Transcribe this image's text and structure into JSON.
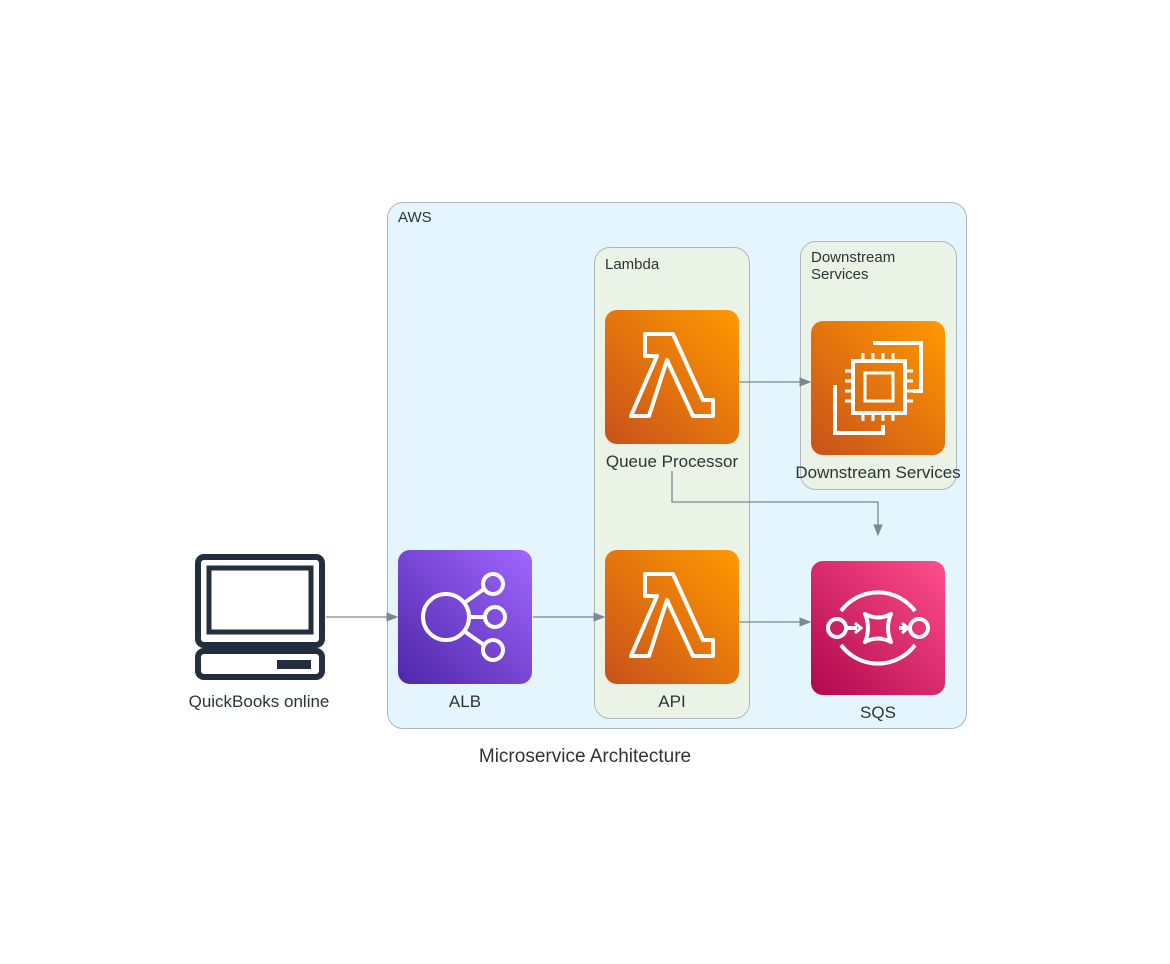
{
  "diagram": {
    "caption": "Microservice Architecture",
    "clusters": {
      "aws": "AWS",
      "lambda": "Lambda",
      "downstream": "Downstream\n   Services"
    },
    "nodes": {
      "client": {
        "label": "QuickBooks online",
        "icon": "desktop-computer-icon"
      },
      "alb": {
        "label": "ALB",
        "icon": "elastic-load-balancer-icon"
      },
      "api": {
        "label": "API",
        "icon": "lambda-icon"
      },
      "queue_processor": {
        "label": "Queue Processor",
        "icon": "lambda-icon"
      },
      "downstream": {
        "label": "Downstream Services",
        "icon": "ec2-instances-icon"
      },
      "sqs": {
        "label": "SQS",
        "icon": "sqs-queue-icon"
      }
    },
    "edges": [
      {
        "from": "QuickBooks online",
        "to": "ALB"
      },
      {
        "from": "ALB",
        "to": "API"
      },
      {
        "from": "API",
        "to": "SQS"
      },
      {
        "from": "Queue Processor",
        "to": "Downstream Services"
      },
      {
        "from": "Queue Processor",
        "to": "SQS"
      }
    ],
    "colors": {
      "aws_cluster_fill": "#e5f5fd",
      "group_fill": "#ebf3e7",
      "border": "#aeb6be",
      "edge": "#7b8894",
      "compute_orange": "#ed7100",
      "alb_purple": "#8c4fff",
      "sqs_pink": "#e7157b",
      "client_dark": "#232f3e"
    }
  }
}
